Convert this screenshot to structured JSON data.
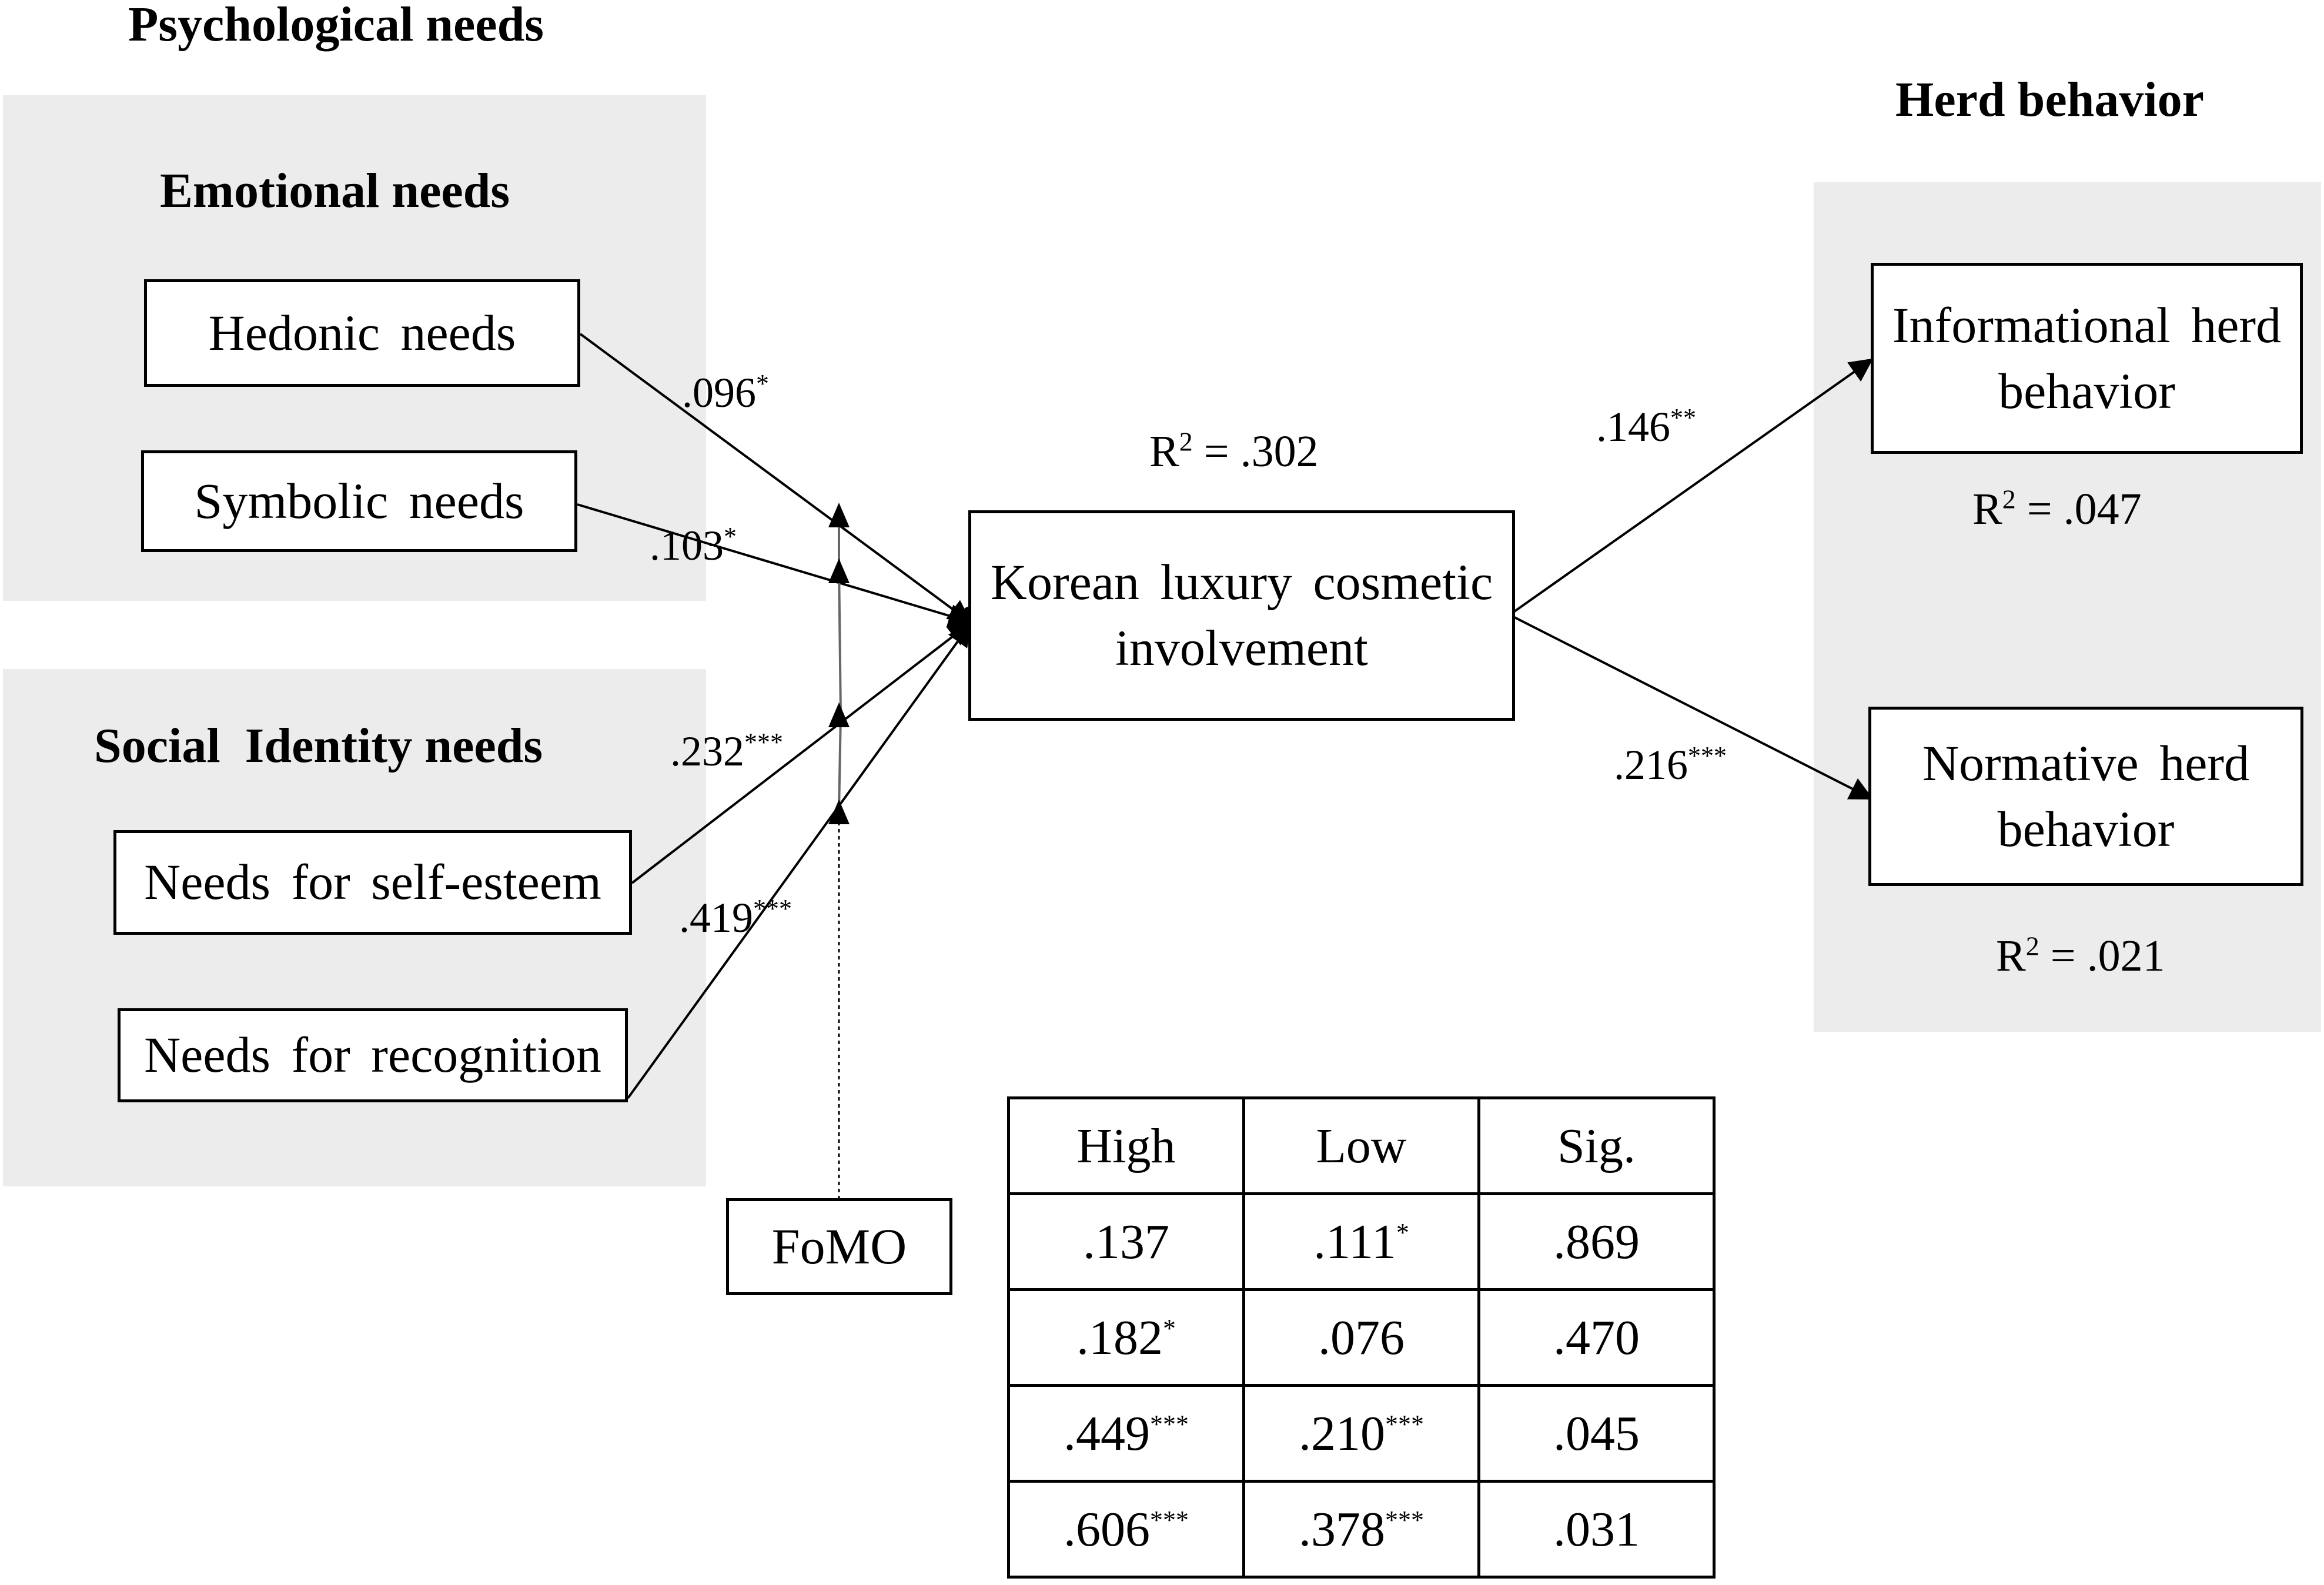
{
  "headings": {
    "psychological_needs": "Psychological needs",
    "emotional_needs": "Emotional needs",
    "social_identity_needs": "Social  Identity needs",
    "herd_behavior": "Herd behavior"
  },
  "boxes": {
    "hedonic": "Hedonic needs",
    "symbolic": "Symbolic needs",
    "self_esteem": "Needs for self-esteem",
    "recognition": "Needs for recognition",
    "involvement": "Korean luxury cosmetic involvement",
    "informational": "Informational herd behavior",
    "normative": "Normative herd behavior",
    "fomo": "FoMO"
  },
  "paths": {
    "hedonic": {
      "coef": ".096",
      "sig": "*"
    },
    "symbolic": {
      "coef": ".103",
      "sig": "*"
    },
    "self_esteem": {
      "coef": ".232",
      "sig": "***"
    },
    "recognition": {
      "coef": ".419",
      "sig": "***"
    },
    "informational": {
      "coef": ".146",
      "sig": "**"
    },
    "normative": {
      "coef": ".216",
      "sig": "***"
    }
  },
  "r_squared": {
    "involvement": {
      "prefix": "R",
      "sup": "2",
      "value": " = .302"
    },
    "informational": {
      "prefix": "R",
      "sup": "2",
      "value": " = .047"
    },
    "normative": {
      "prefix": "R",
      "sup": "2",
      "value": " = .021"
    }
  },
  "group_table": {
    "headers": [
      "High",
      "Low",
      "Sig."
    ],
    "rows": [
      [
        {
          "v": ".137",
          "s": ""
        },
        {
          "v": ".111",
          "s": "*"
        },
        {
          "v": ".869",
          "s": ""
        }
      ],
      [
        {
          "v": ".182",
          "s": "*"
        },
        {
          "v": ".076",
          "s": ""
        },
        {
          "v": ".470",
          "s": ""
        }
      ],
      [
        {
          "v": ".449",
          "s": "***"
        },
        {
          "v": ".210",
          "s": "***"
        },
        {
          "v": ".045",
          "s": ""
        }
      ],
      [
        {
          "v": ".606",
          "s": "***"
        },
        {
          "v": ".378",
          "s": "***"
        },
        {
          "v": ".031",
          "s": ""
        }
      ]
    ]
  }
}
